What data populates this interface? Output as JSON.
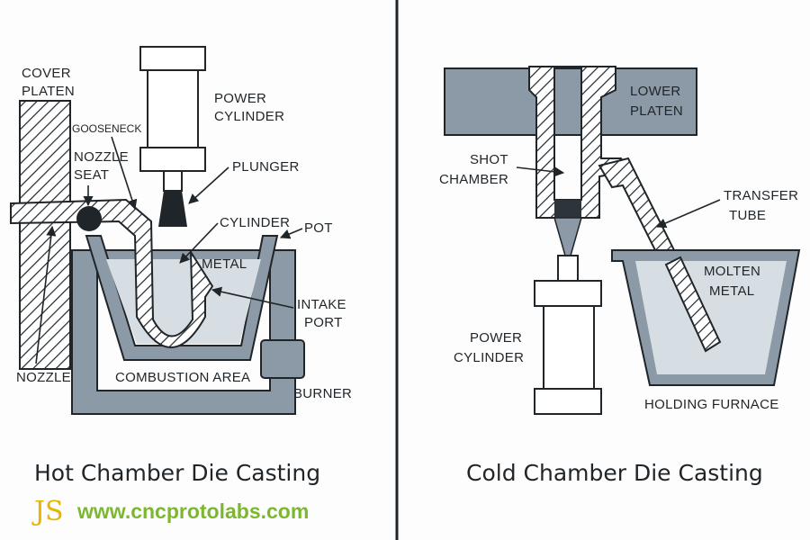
{
  "hot": {
    "caption": "Hot Chamber Die Casting",
    "labels": {
      "cover_platen_1": "COVER",
      "cover_platen_2": "PLATEN",
      "gooseneck": "GOOSENECK",
      "nozzle_seat_1": "NOZZLE",
      "nozzle_seat_2": "SEAT",
      "power_cylinder_1": "POWER",
      "power_cylinder_2": "CYLINDER",
      "plunger": "PLUNGER",
      "cylinder": "CYLINDER",
      "pot": "POT",
      "metal": "METAL",
      "intake_port_1": "INTAKE",
      "intake_port_2": "PORT",
      "nozzle": "NOZZLE",
      "combustion_area": "COMBUSTION AREA",
      "burner": "BURNER"
    }
  },
  "cold": {
    "caption": "Cold Chamber Die Casting",
    "labels": {
      "lower_platen_1": "LOWER",
      "lower_platen_2": "PLATEN",
      "shot_chamber_1": "SHOT",
      "shot_chamber_2": "CHAMBER",
      "transfer_tube_1": "TRANSFER",
      "transfer_tube_2": "TUBE",
      "molten_metal_1": "MOLTEN",
      "molten_metal_2": "METAL",
      "power_cylinder_1": "POWER",
      "power_cylinder_2": "CYLINDER",
      "holding_furnace": "HOLDING FURNACE"
    }
  },
  "branding": {
    "logo": "JS",
    "website": "www.cncprotolabs.com"
  },
  "colors": {
    "steel": "#8c99a6",
    "metal_fill": "#d6dde3",
    "outline": "#1f2529",
    "brand_green": "#7cb82f",
    "logo_yellow": "#e8b400"
  }
}
